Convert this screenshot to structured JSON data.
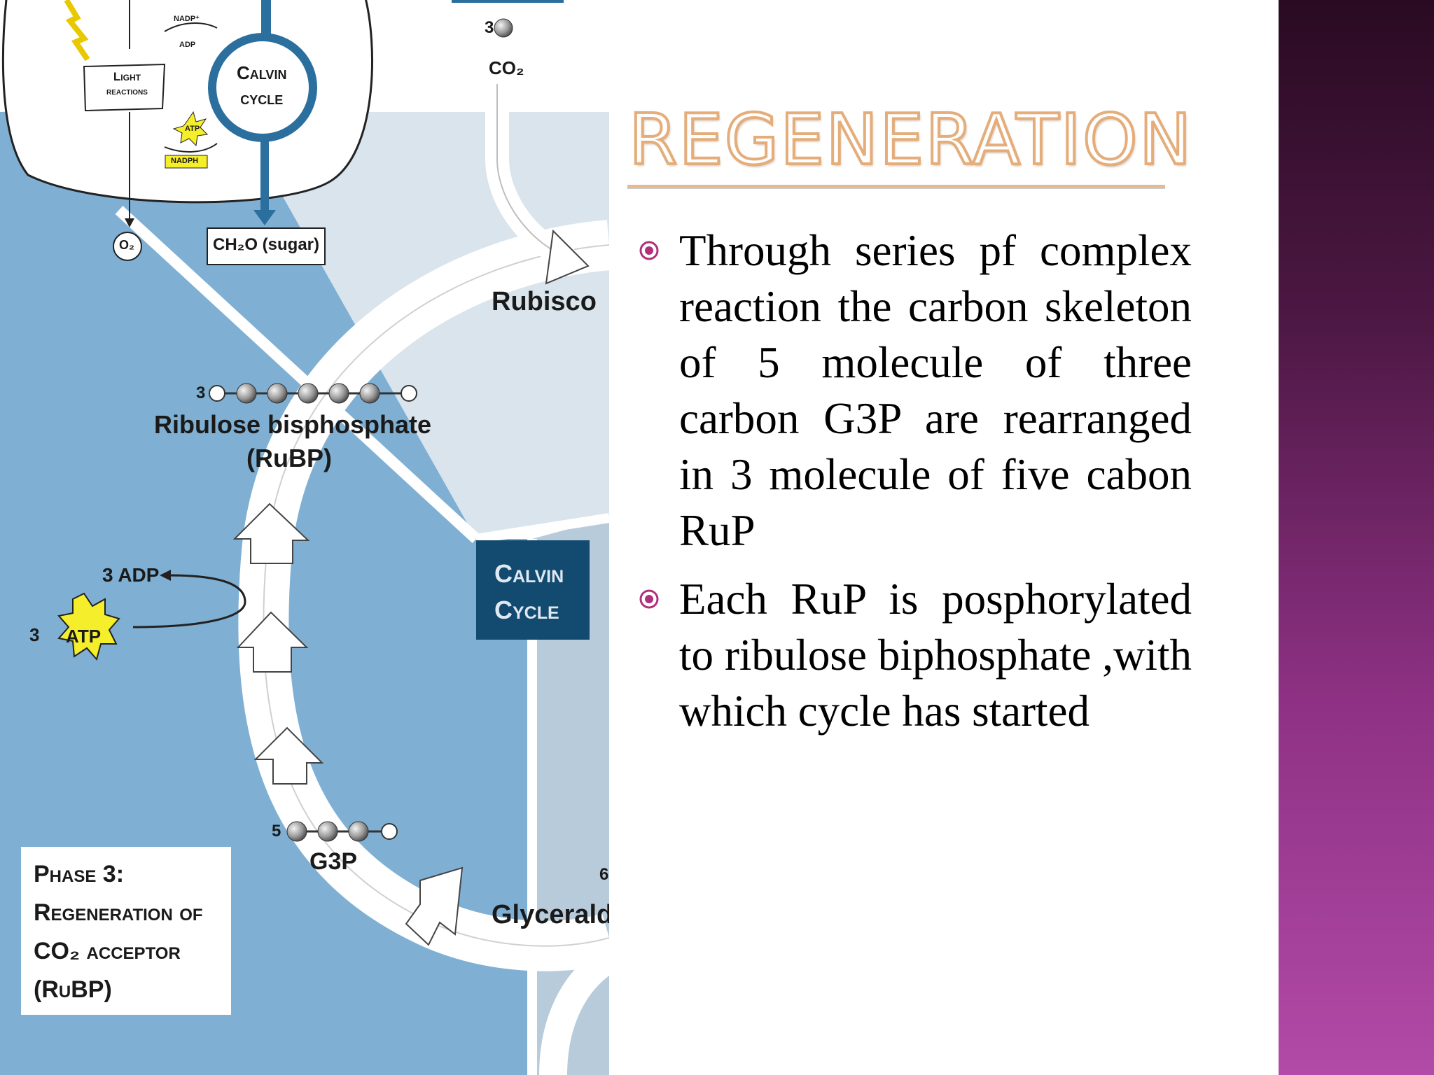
{
  "slide": {
    "title": "REGENERATION",
    "bullets": [
      {
        "text": "Through series pf complex reaction the carbon skeleton of 5 molecule of three carbon G3P are rearranged in 3 molecule of five cabon RuP"
      },
      {
        "text": "Each RuP is posphorylated to ribulose biphosphate ,with which cycle has started"
      }
    ]
  },
  "diagram": {
    "chloroplast": {
      "light_reactions_line1": "Light",
      "light_reactions_line2": "reactions",
      "calvin_line1": "Calvin",
      "calvin_line2": "cycle",
      "nadp": "NADP⁺",
      "adp": "ADP",
      "atp": "ATP",
      "nadph": "NADPH",
      "o2": "O₂",
      "sugar": "CH₂O (sugar)"
    },
    "co2_count": "3",
    "co2": "CO₂",
    "rubisco": "Rubisco",
    "rubp_count": "3",
    "rubp_name": "Ribulose bisphosphate",
    "rubp_abbr": "(RuBP)",
    "adp_out": "3 ADP",
    "atp_count": "3",
    "atp": "ATP",
    "calvin_box_line1": "Calvin",
    "calvin_box_line2": "Cycle",
    "g3p_count": "5",
    "g3p": "G3P",
    "glyceraldehyde": "Glyceralde",
    "six": "6",
    "phase": {
      "line1": "Phase 3:",
      "line2": "Regeneration of",
      "line3": "CO₂ acceptor",
      "line4": "(RuBP)"
    },
    "colors": {
      "accent_blue": "#2b6f9e",
      "calvin_box": "#124a70",
      "light_blue_bg": "#7fb0d3",
      "pale_blue_bg": "#d9e4ec",
      "atp_yellow": "#f5ee2a"
    }
  },
  "theme": {
    "title_outline": "#e4ad7a",
    "bullet_icon": "#b0307a",
    "right_band": "#8e3184"
  }
}
